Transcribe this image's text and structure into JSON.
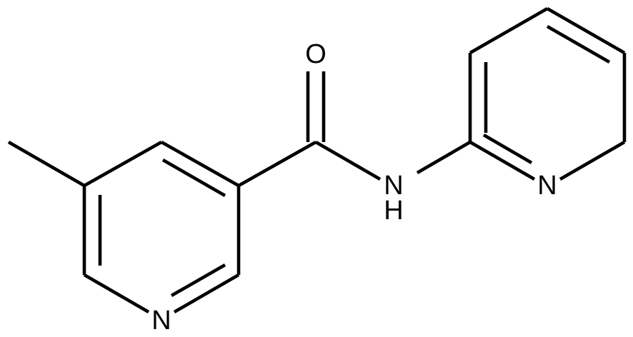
{
  "atoms": {
    "oxygen": "O",
    "amide_nitrogen": "N",
    "amide_hydrogen": "H",
    "pyridine_nitrogen_left": "N",
    "pyridine_nitrogen_right": "N"
  }
}
